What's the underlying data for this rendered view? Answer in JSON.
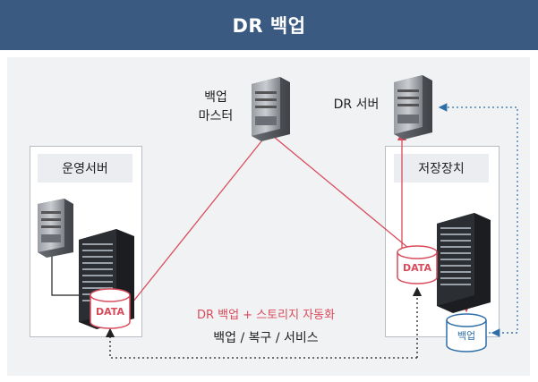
{
  "header": {
    "title": "DR 백업"
  },
  "nodes": {
    "ops_server": {
      "title": "운영서버"
    },
    "storage": {
      "title": "저장장치"
    },
    "backup_master": {
      "line1": "백업",
      "line2": "마스터"
    },
    "dr_server": {
      "label": "DR 서버"
    }
  },
  "data_tags": {
    "ops": "DATA",
    "storage": "DATA",
    "backup": "백업"
  },
  "captions": {
    "automation": "DR 백업 + 스토리지 자동화",
    "services": "백업 / 복구 / 서비스"
  },
  "colors": {
    "header_bg": "#3b5a82",
    "accent_red": "#d94b5b",
    "accent_blue": "#2e6ea8",
    "panel_bg": "#f1f2f4"
  }
}
